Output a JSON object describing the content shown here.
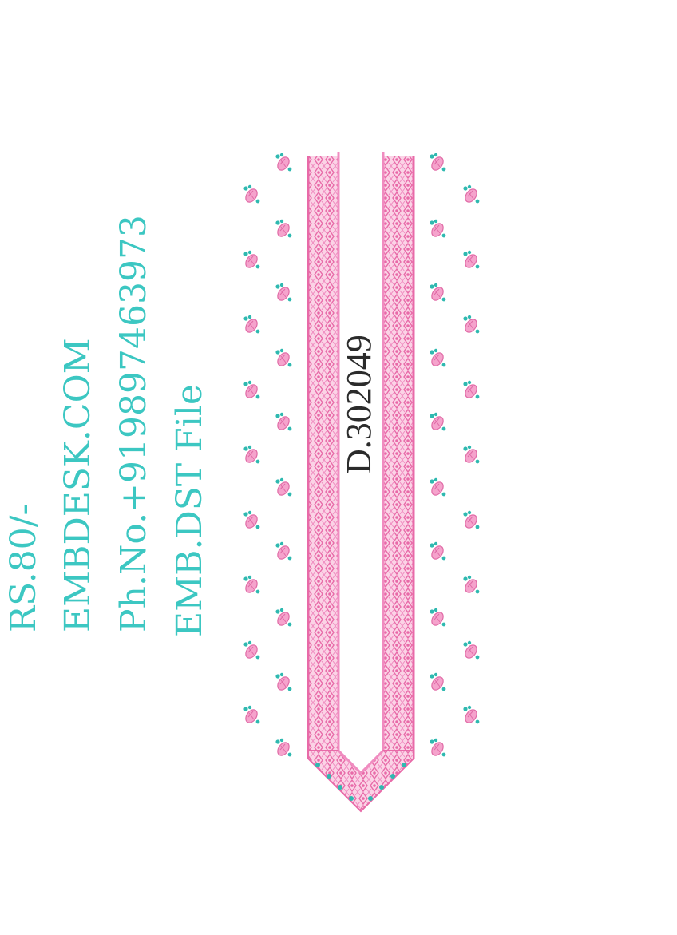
{
  "info_lines": {
    "price": "RS.80/-",
    "website": "EMBDESK.COM",
    "phone": "Ph.No.+919897463973",
    "file_type": "EMB.DST File"
  },
  "design_code": "D.302049",
  "colors": {
    "text_teal": "#3cc7c2",
    "embroidery_pink": "#f08cc0",
    "bead_teal": "#2fb9b0",
    "design_code_text": "#2b2b2b"
  },
  "motif_icon": "paisley-bead-motif",
  "border_icon": "lace-border-pattern"
}
